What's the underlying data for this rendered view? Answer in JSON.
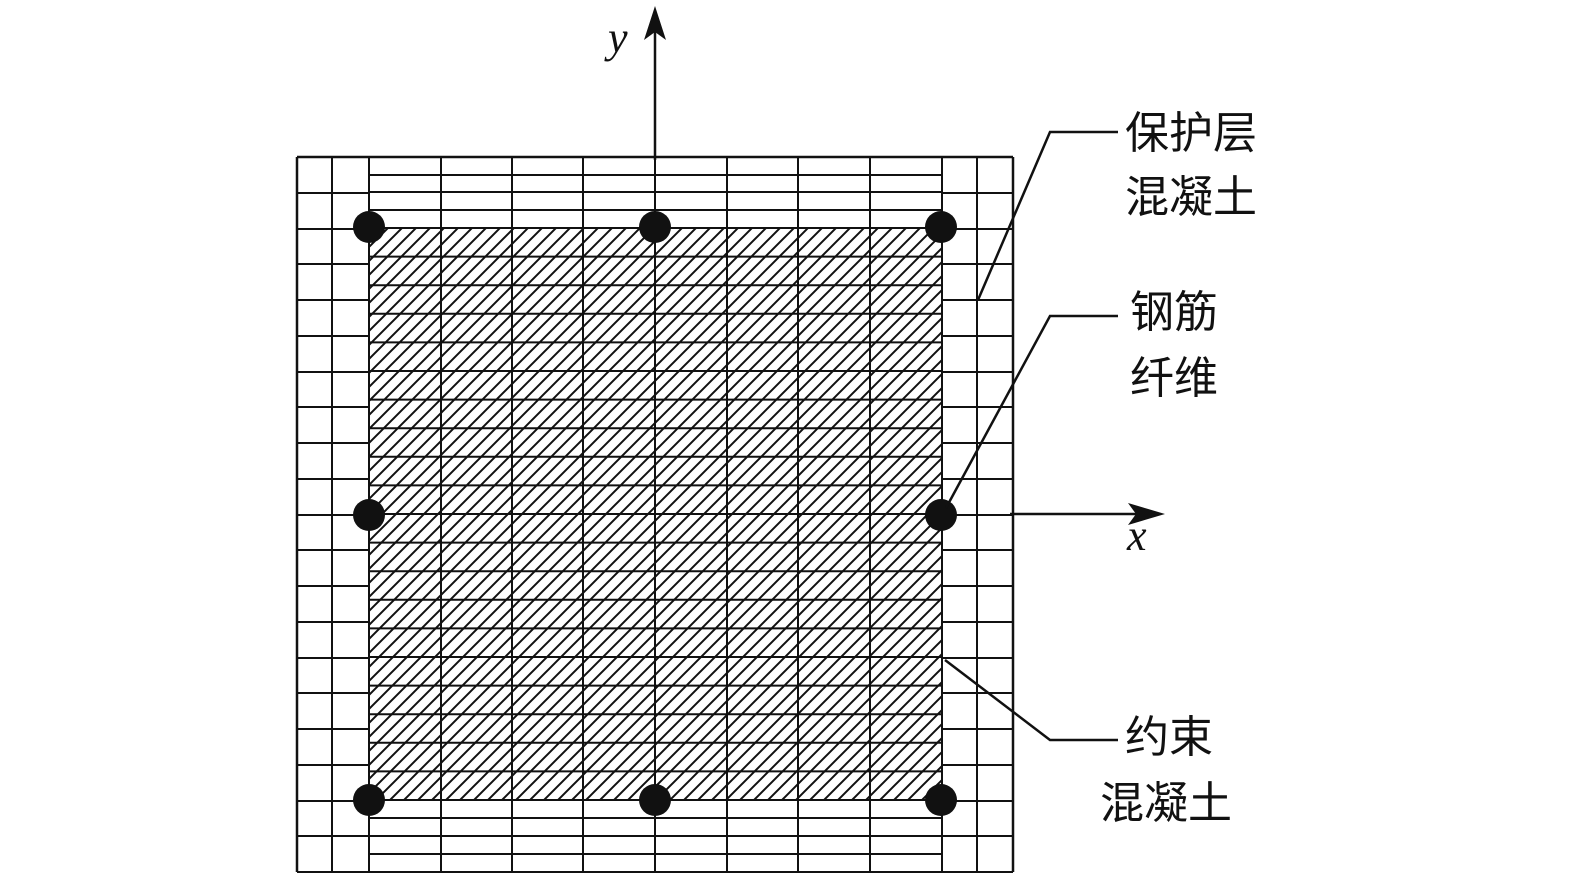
{
  "axes": {
    "x_label": "x",
    "y_label": "y"
  },
  "labels": {
    "cover_concrete": [
      "保护层",
      "混凝土"
    ],
    "rebar_fiber": [
      "钢筋",
      "纤维"
    ],
    "confined_concrete": [
      "约束",
      "混凝土"
    ]
  },
  "rebar_count": 8,
  "colors": {
    "line": "#111111",
    "background": "#ffffff"
  }
}
